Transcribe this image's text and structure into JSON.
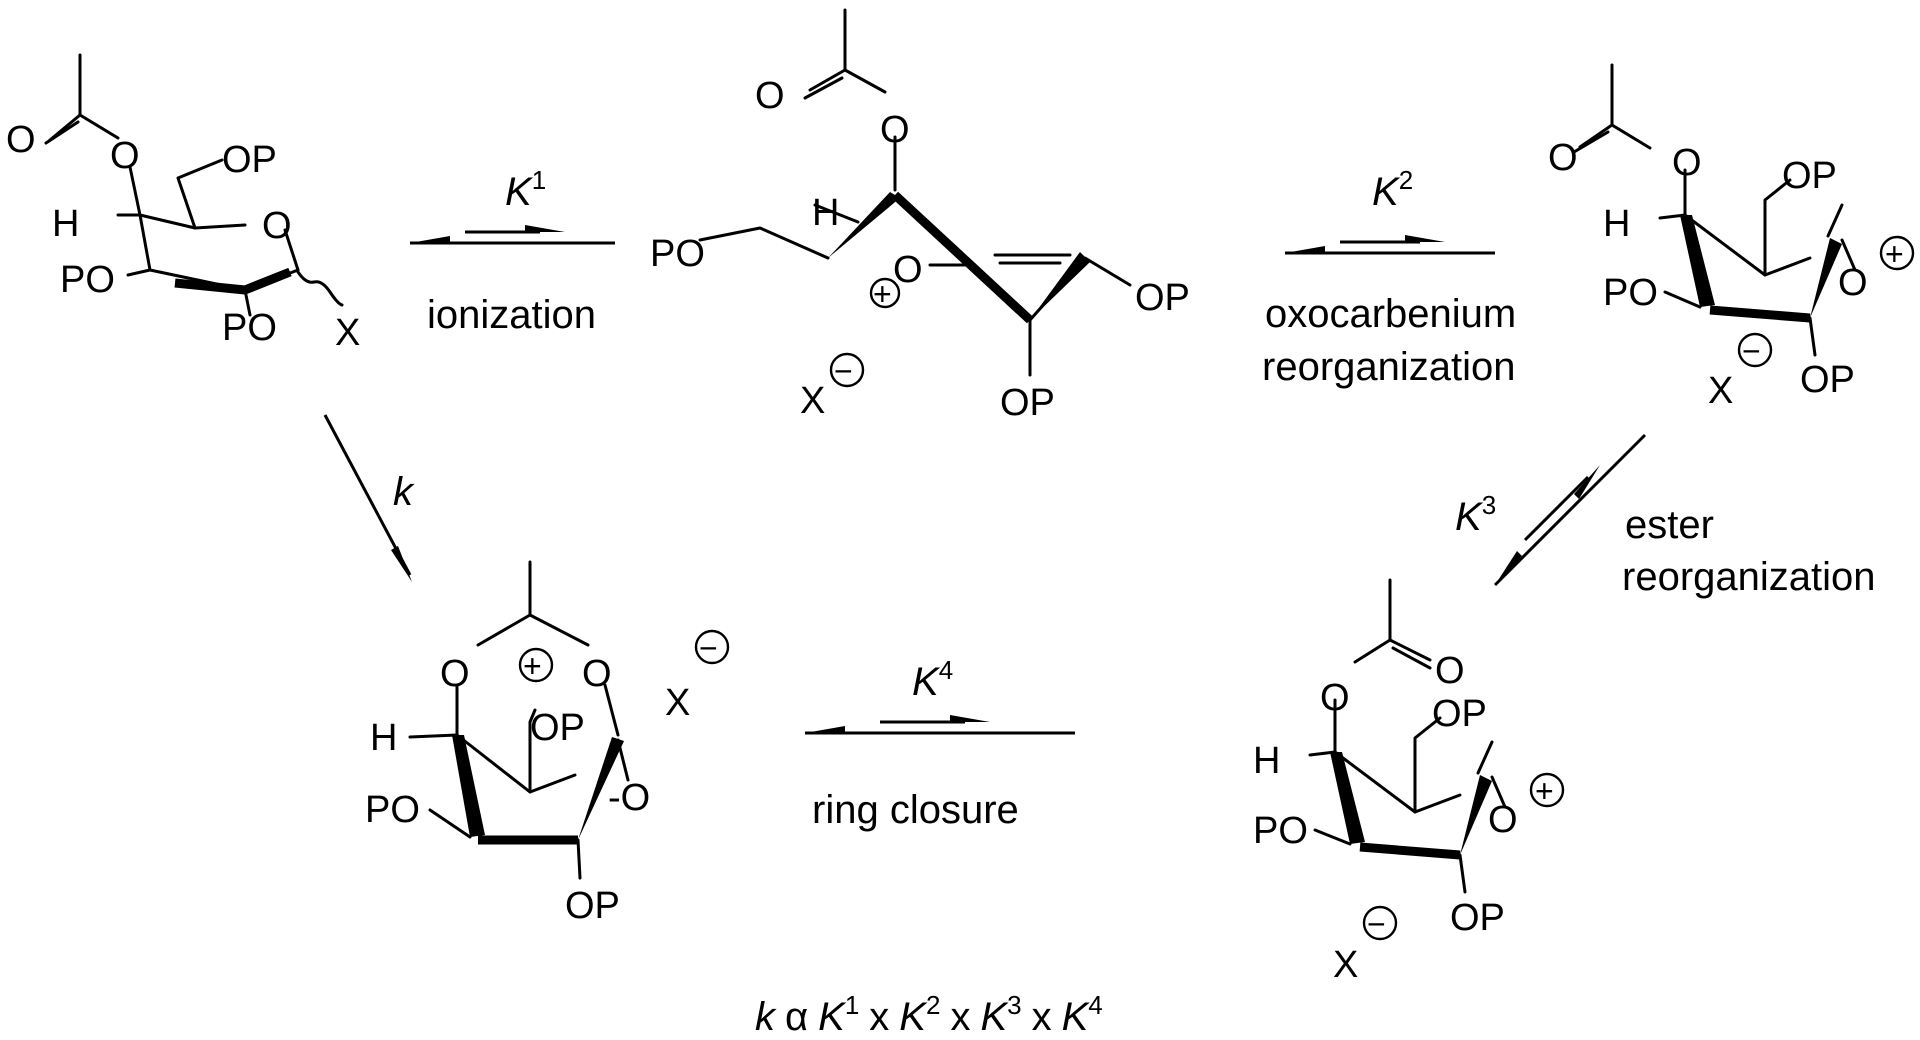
{
  "diagram": {
    "molecule1": {
      "atoms": [
        "OP",
        "O",
        "H",
        "PO",
        "PO",
        "X",
        "O",
        "O"
      ]
    },
    "molecule2": {
      "atoms": [
        "O",
        "O",
        "H",
        "PO",
        "O",
        "OP",
        "OP",
        "X"
      ],
      "charge": "+",
      "counterion_charge": "−"
    },
    "molecule3": {
      "atoms": [
        "O",
        "O",
        "OP",
        "H",
        "O",
        "PO",
        "X",
        "OP"
      ],
      "charge": "+",
      "counterion_charge": "−"
    },
    "molecule4": {
      "atoms": [
        "O",
        "O",
        "OP",
        "H",
        "O",
        "PO",
        "X",
        "OP"
      ],
      "charge": "+",
      "counterion_charge": "−"
    },
    "molecule5": {
      "atoms": [
        "O",
        "O",
        "X",
        "H",
        "OP",
        "PO",
        "-O",
        "OP"
      ],
      "charge": "+",
      "counterion_charge": "−"
    },
    "steps": [
      {
        "constant": "K",
        "index": "1",
        "label": "ionization"
      },
      {
        "constant": "K",
        "index": "2",
        "label_line1": "oxocarbenium",
        "label_line2": "reorganization"
      },
      {
        "constant": "K",
        "index": "3",
        "label_line1": "ester",
        "label_line2": "reorganization"
      },
      {
        "constant": "K",
        "index": "4",
        "label": "ring closure"
      }
    ],
    "direct_step": {
      "constant": "k"
    },
    "equation": {
      "k": "k",
      "alpha": "α",
      "K": "K",
      "x": "x",
      "i1": "1",
      "i2": "2",
      "i3": "3",
      "i4": "4"
    }
  }
}
